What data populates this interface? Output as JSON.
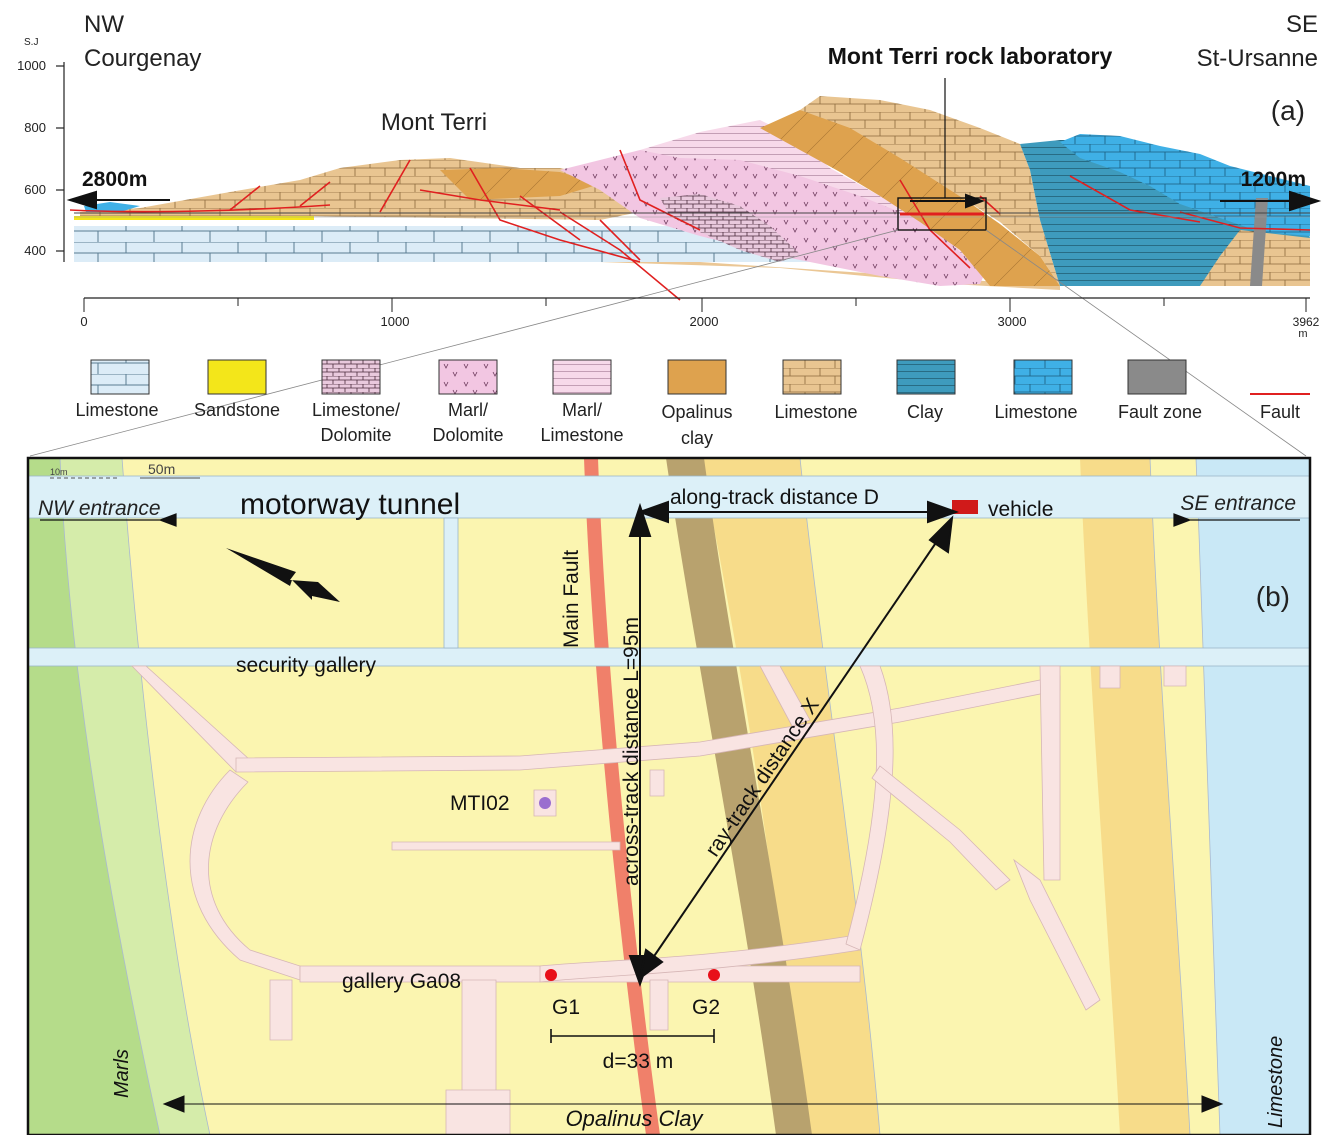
{
  "panel_a": {
    "nw_dir": "NW",
    "nw_town": "Courgenay",
    "se_dir": "SE",
    "se_town": "St-Ursanne",
    "panel_label": "(a)",
    "lab_title": "Mont Terri rock laboratory",
    "mountain_label": "Mont Terri",
    "left_distance": "2800m",
    "right_distance": "1200m",
    "elev_unit": "S.J",
    "elev_ticks": [
      "1000",
      "800",
      "600",
      "400"
    ],
    "x_ticks": [
      "0",
      "1000",
      "2000",
      "3000"
    ],
    "x_end": "3962",
    "x_unit": "m"
  },
  "legend": [
    {
      "label1": "Limestone",
      "label2": "",
      "pattern": "limestone-blue",
      "fill": "#dcecf7"
    },
    {
      "label1": "Sandstone",
      "label2": "",
      "pattern": "solid",
      "fill": "#f3e61a"
    },
    {
      "label1": "Limestone/",
      "label2": "Dolomite",
      "pattern": "brick",
      "fill": "#e9c9dd"
    },
    {
      "label1": "Marl/",
      "label2": "Dolomite",
      "pattern": "v-marks",
      "fill": "#f2c6e2"
    },
    {
      "label1": "Marl/",
      "label2": "Limestone",
      "pattern": "lines",
      "fill": "#f7d9ea"
    },
    {
      "label1": "Opalinus",
      "label2": "clay",
      "pattern": "solid",
      "fill": "#dea24e"
    },
    {
      "label1": "Limestone",
      "label2": "",
      "pattern": "blocks",
      "fill": "#e9c591"
    },
    {
      "label1": "Clay",
      "label2": "",
      "pattern": "lines",
      "fill": "#3e9bbd"
    },
    {
      "label1": "Limestone",
      "label2": "",
      "pattern": "blocks",
      "fill": "#3fb0e6"
    },
    {
      "label1": "Fault zone",
      "label2": "",
      "pattern": "solid",
      "fill": "#8a8a8a"
    },
    {
      "label1": "Fault",
      "label2": "",
      "pattern": "red-line",
      "fill": "#e02020"
    }
  ],
  "panel_b": {
    "panel_label": "(b)",
    "scale_small": "10m",
    "scale_large": "50m",
    "nw_entrance": "NW entrance",
    "se_entrance": "SE entrance",
    "motorway_tunnel": "motorway tunnel",
    "along_track": "along-track distance D",
    "vehicle": "vehicle",
    "main_fault": "Main Fault",
    "across_track": "across-track distance L=95m",
    "ray_track": "ray-track distance X",
    "security_gallery": "security gallery",
    "mti02": "MTI02",
    "gallery": "gallery Ga08",
    "g1": "G1",
    "g2": "G2",
    "spacing": "d=33 m",
    "marls": "Marls",
    "opalinus": "Opalinus Clay",
    "limestone": "Limestone",
    "colors": {
      "marls_green": "#b5dc8a",
      "marls_light": "#d5ecaa",
      "opalinus_yellow": "#fbf5b0",
      "orange_band": "#f7dc8a",
      "brown_band": "#b8a26e",
      "fault_red": "#f0806a",
      "limestone_blue": "#c9e8f6",
      "gallery_pink": "#f9e4e2",
      "sensor_red": "#e8101a",
      "mti_purple": "#9a6fcf"
    }
  }
}
